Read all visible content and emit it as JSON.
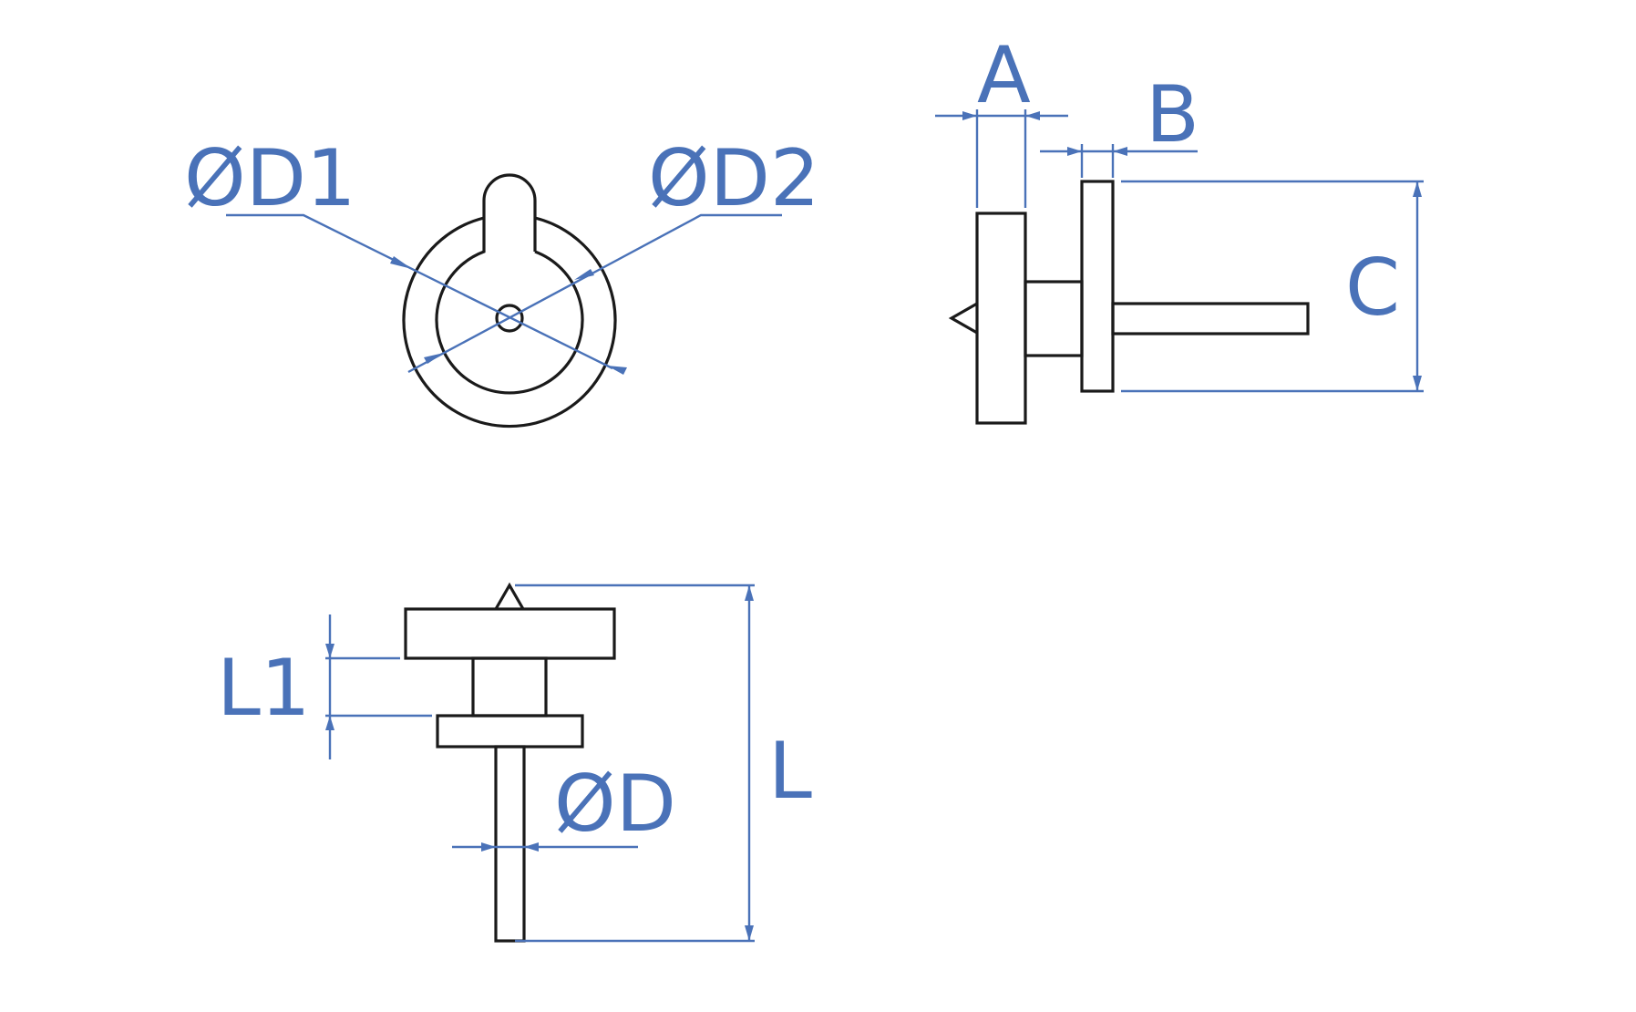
{
  "labels": {
    "d1": "ØD1",
    "d2": "ØD2",
    "a": "A",
    "b": "B",
    "c": "C",
    "l1": "L1",
    "l": "L",
    "d": "ØD"
  },
  "colors": {
    "dimension": "#4a72b8",
    "outline": "#1a1a1a",
    "background": "#ffffff"
  }
}
